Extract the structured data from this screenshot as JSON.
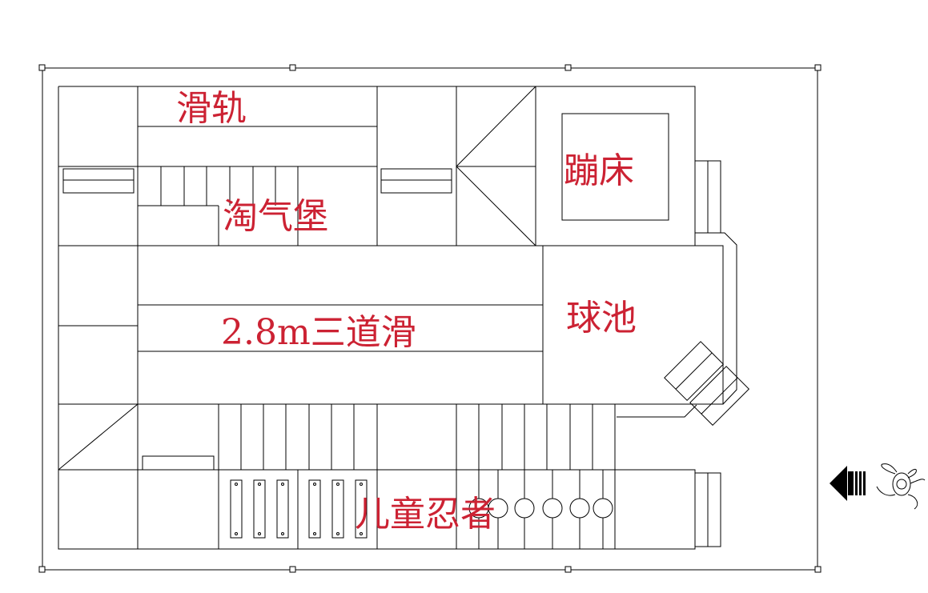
{
  "labels": {
    "slide_rail": "滑轨",
    "naughty_castle": "淘气堡",
    "trampoline": "蹦床",
    "ball_pool": "球池",
    "triple_slide": "2.8m三道滑",
    "kids_ninja": "儿童忍者"
  },
  "colors": {
    "label": "#cc2233",
    "line": "#000000",
    "background": "#ffffff"
  },
  "icons": [
    "entrance-arrow-icon",
    "person-icon"
  ]
}
